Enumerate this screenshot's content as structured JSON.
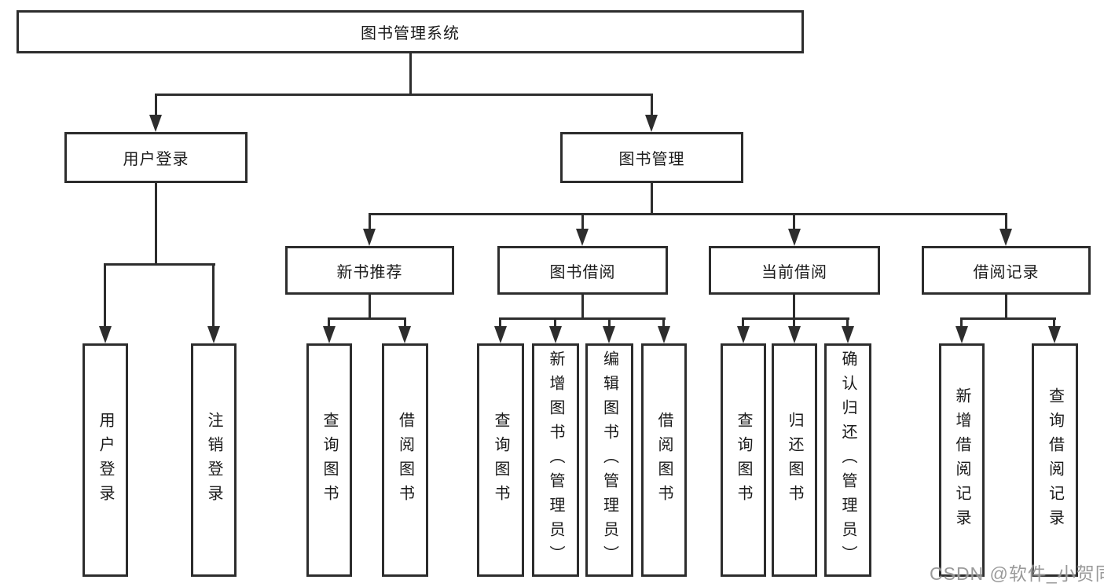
{
  "diagram": {
    "root": {
      "label": "图书管理系统"
    },
    "user_login": {
      "label": "用户登录",
      "children": [
        {
          "label": "用户登录"
        },
        {
          "label": "注销登录"
        }
      ]
    },
    "book_mgmt": {
      "label": "图书管理"
    },
    "level3": [
      {
        "label": "新书推荐",
        "children": [
          {
            "label": "查询图书"
          },
          {
            "label": "借阅图书"
          }
        ]
      },
      {
        "label": "图书借阅",
        "children": [
          {
            "label": "查询图书"
          },
          {
            "label": "新增图书（管理员）"
          },
          {
            "label": "编辑图书（管理员）"
          },
          {
            "label": "借阅图书"
          }
        ]
      },
      {
        "label": "当前借阅",
        "children": [
          {
            "label": "查询图书"
          },
          {
            "label": "归还图书"
          },
          {
            "label": "确认归还（管理员）"
          }
        ]
      },
      {
        "label": "借阅记录",
        "children": [
          {
            "label": "新增借阅记录"
          },
          {
            "label": "查询借阅记录"
          }
        ]
      }
    ],
    "watermark": "CSDN @软件_小贺同学"
  }
}
